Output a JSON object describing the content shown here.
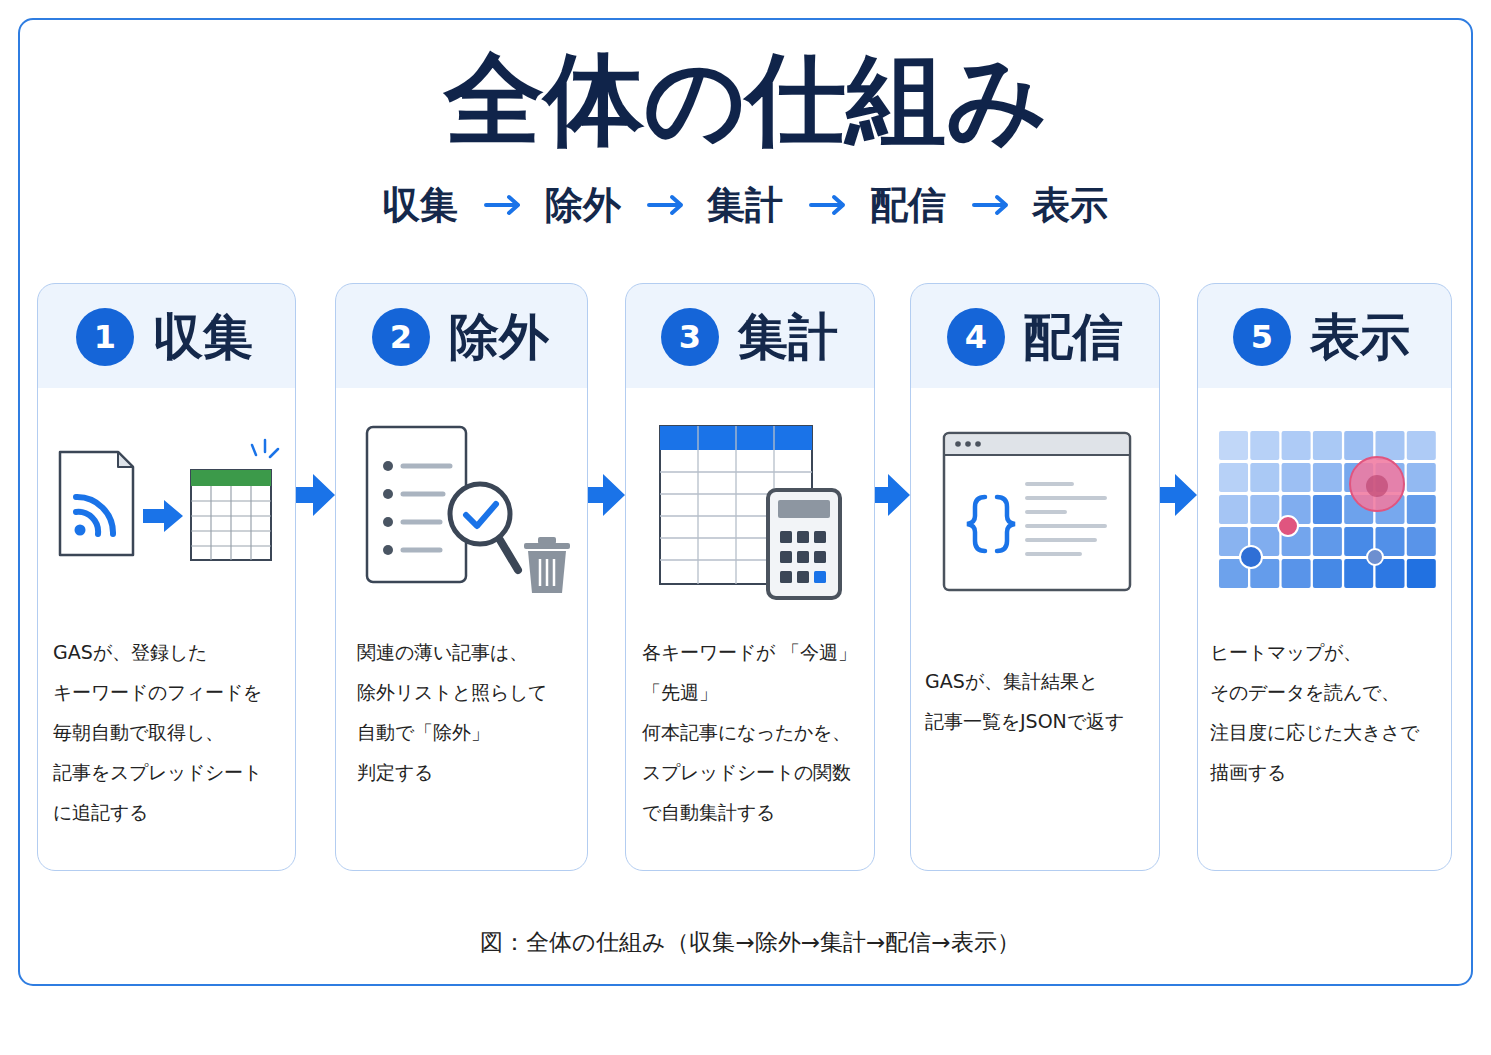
{
  "diagram": {
    "title": "全体の仕組み",
    "caption": "図：全体の仕組み（収集→除外→集計→配信→表示）",
    "nodes": [
      {
        "text": [
          "収集",
          "GASが、登録した キーワードのフィードを 毎朝自動で取得し、 記事をスプレッドシート に追記する"
        ]
      },
      {
        "text": [
          "1"
        ],
        "in": 0
      },
      {
        "text": [
          "除外",
          "関連の薄い記事は、 除外リストと照らして 自動で「除外」 判定する"
        ]
      },
      {
        "text": [
          "2"
        ],
        "in": 2
      },
      {
        "text": [
          "集計",
          "各キーワードが 「今週」「先週」 何本記事になったかを、 スプレッドシートの関数 で自動集計する"
        ]
      },
      {
        "text": [
          "3"
        ],
        "in": 4
      },
      {
        "text": [
          "配信",
          "GASが、集計結果と 記事一覧をJSONで返す"
        ]
      },
      {
        "text": [
          "4"
        ],
        "in": 6
      },
      {
        "text": [
          "表示",
          "ヒートマップが、 そのデータを読んで、 注目度に応じた大きさで 描画する"
        ]
      },
      {
        "text": [
          "5"
        ],
        "in": 8
      }
    ],
    "edges": [
      {
        "from": 0,
        "to": 2,
        "arrow": "to"
      },
      {
        "from": 2,
        "to": 4,
        "arrow": "to"
      },
      {
        "from": 4,
        "to": 6,
        "arrow": "to"
      },
      {
        "from": 6,
        "to": 8,
        "arrow": "to"
      }
    ],
    "labels": [
      "収集",
      "除外",
      "集計",
      "配信",
      "表示"
    ]
  }
}
